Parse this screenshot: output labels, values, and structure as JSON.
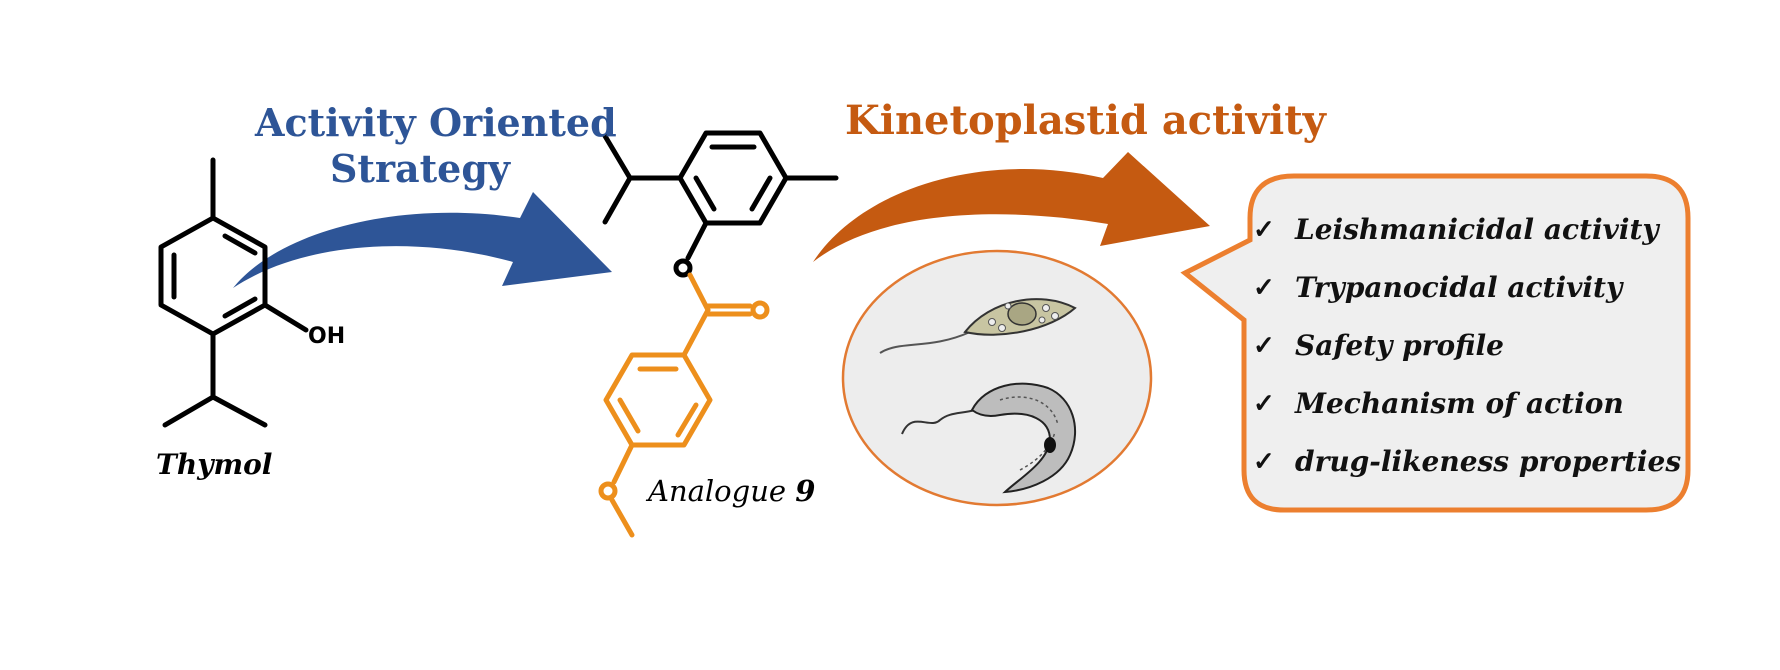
{
  "strategy_label": {
    "line1": "Activity Oriented",
    "line2": "Strategy"
  },
  "activity_label": "Kinetoplastid activity",
  "thymol": {
    "name": "Thymol",
    "oh": "OH"
  },
  "analogue": {
    "prefix": "Analogue",
    "number": "9"
  },
  "callout": {
    "check_glyph": "✓",
    "items": [
      "Leishmanicidal activity",
      "Trypanocidal activity",
      "Safety profile",
      "Mechanism of action",
      "drug-likeness properties"
    ]
  },
  "colors": {
    "blue_arrow": "#2e5597",
    "orange_arrow": "#c55a11",
    "ester_moiety": "#ed8f1c",
    "callout_border": "#ec7f2f",
    "callout_fill": "#efefef",
    "ellipse_border": "#e27a32"
  },
  "icons": [
    "promastigote-parasite-icon",
    "trypomastigote-parasite-icon"
  ]
}
